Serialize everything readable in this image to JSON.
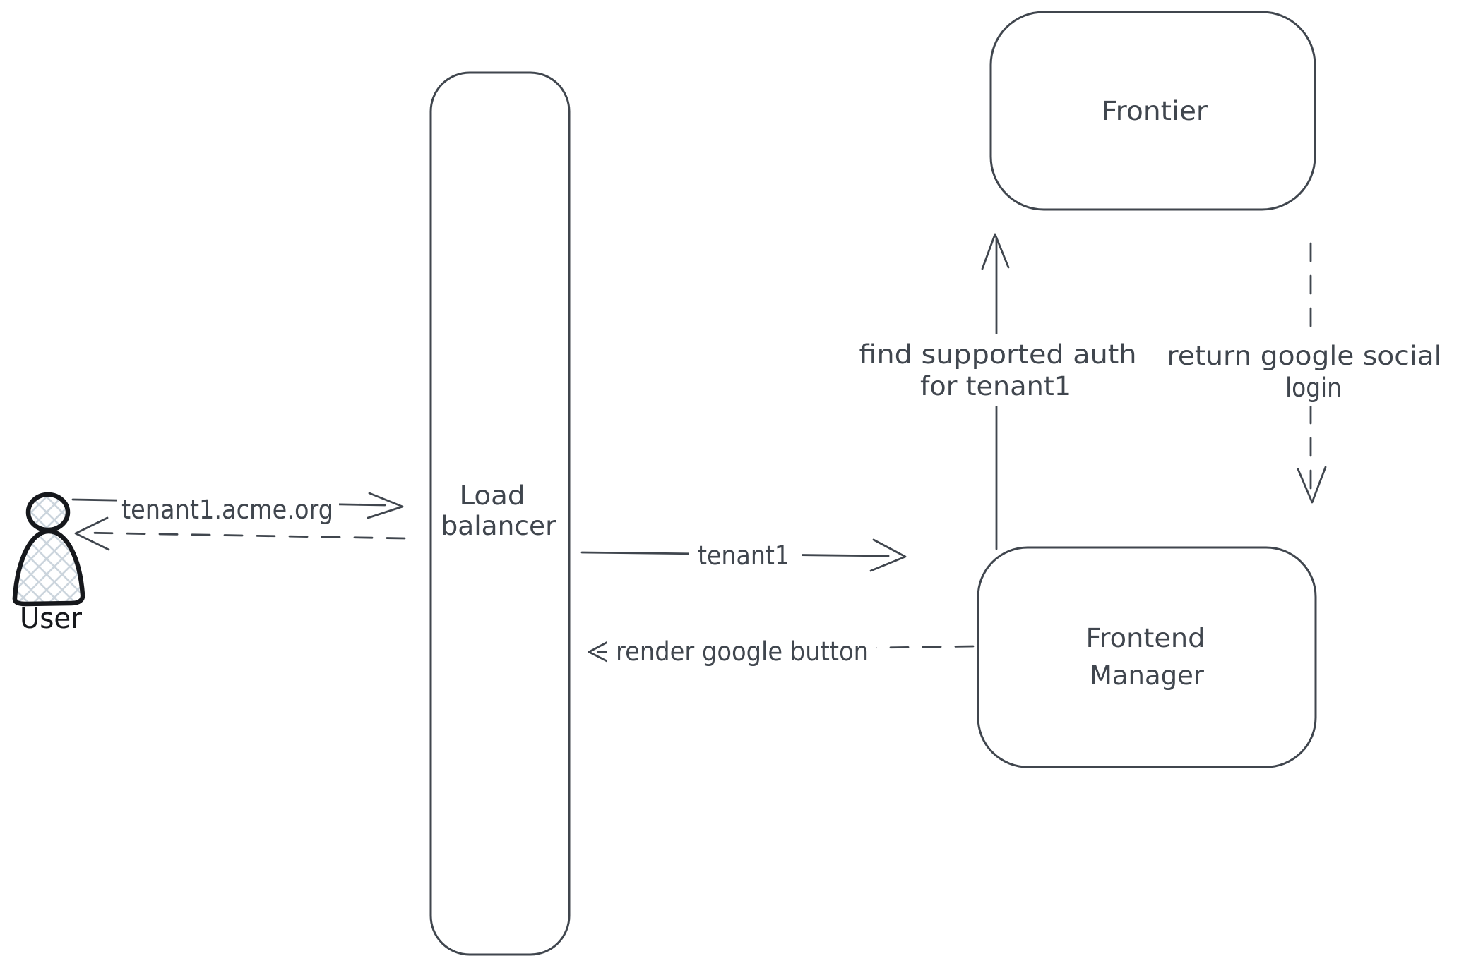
{
  "diagram": {
    "colors": {
      "background": "#ffffff",
      "stroke": "#40464e",
      "user_stroke": "#16181c",
      "hatch": "#ccd5dd"
    },
    "nodes": {
      "user": {
        "label": "User"
      },
      "load_balancer": {
        "line1": "Load",
        "line2": "balancer"
      },
      "frontier": {
        "label": "Frontier"
      },
      "frontend_manager": {
        "line1": "Frontend",
        "line2": "Manager"
      }
    },
    "edges": {
      "user_to_load_balancer": {
        "label": "tenant1.acme.org",
        "style": "solid",
        "direction": "right"
      },
      "load_balancer_to_user": {
        "label": "",
        "style": "dashed",
        "direction": "left"
      },
      "load_balancer_to_frontend_manager": {
        "label": "tenant1",
        "style": "solid",
        "direction": "right"
      },
      "frontend_manager_to_load_balancer": {
        "label": "render google button",
        "style": "dashed",
        "direction": "left"
      },
      "frontend_manager_to_frontier": {
        "label_line1": "find supported auth",
        "label_line2": "for tenant1",
        "style": "solid",
        "direction": "up"
      },
      "frontier_to_frontend_manager": {
        "label_line1": "return google social",
        "label_line2": "login",
        "style": "dashed",
        "direction": "down"
      }
    }
  }
}
